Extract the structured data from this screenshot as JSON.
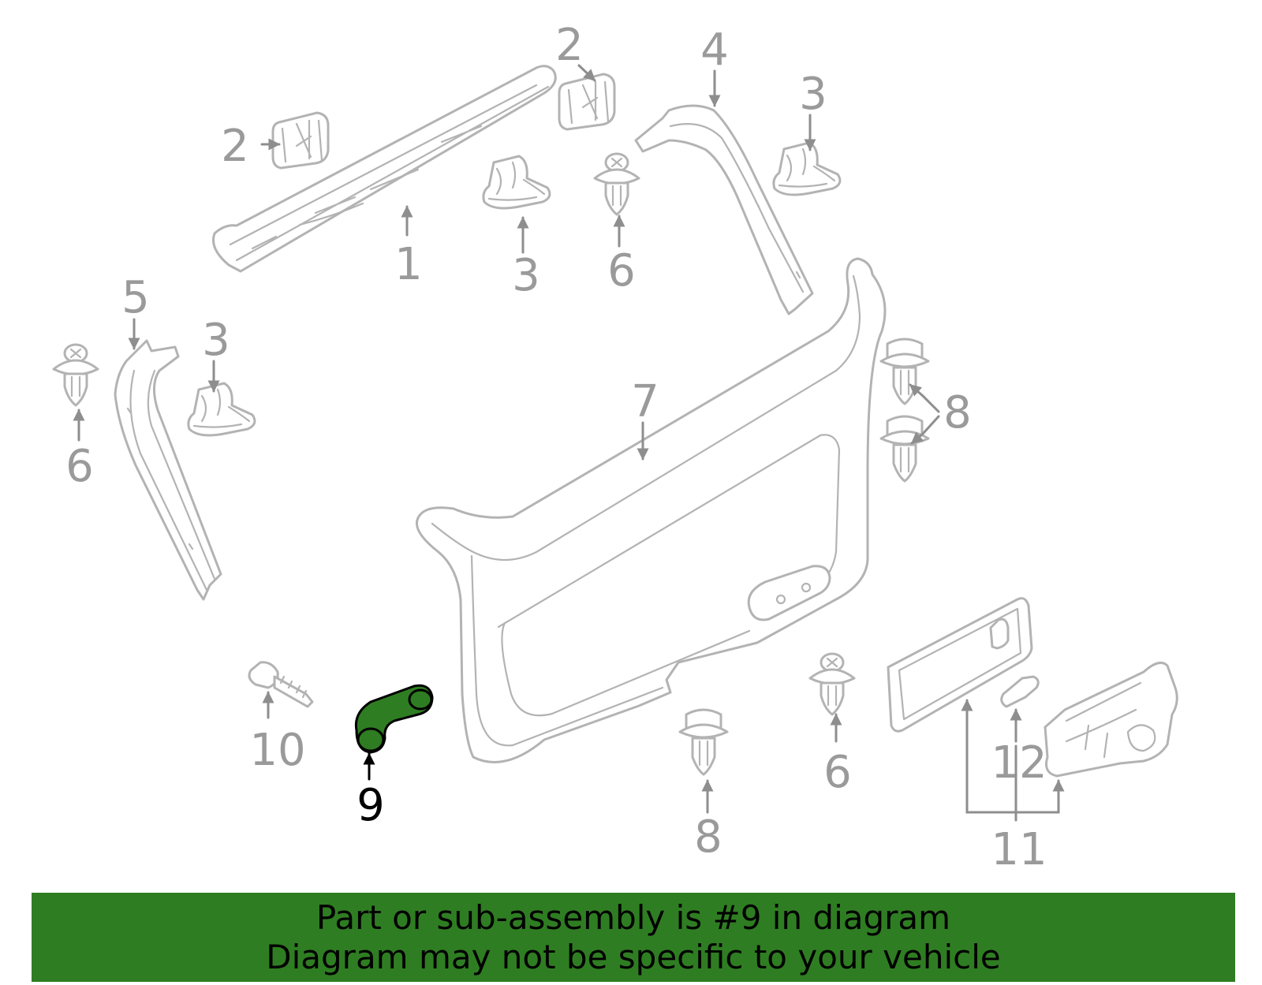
{
  "diagram": {
    "highlighted_part": "9",
    "highlight_color": "#2f7d22",
    "outline_color": "#b3b3b3",
    "callouts": {
      "c1": "1",
      "c2a": "2",
      "c2b": "2",
      "c3a": "3",
      "c3b": "3",
      "c3c": "3",
      "c4": "4",
      "c5": "5",
      "c6a": "6",
      "c6b": "6",
      "c6c": "6",
      "c7": "7",
      "c8a": "8",
      "c8b": "8",
      "c9": "9",
      "c10": "10",
      "c11": "11",
      "c12": "12"
    }
  },
  "banner": {
    "line1": "Part or sub-assembly is #9 in diagram",
    "line2": "Diagram may not be specific to your vehicle",
    "background": "#2f7d22"
  }
}
